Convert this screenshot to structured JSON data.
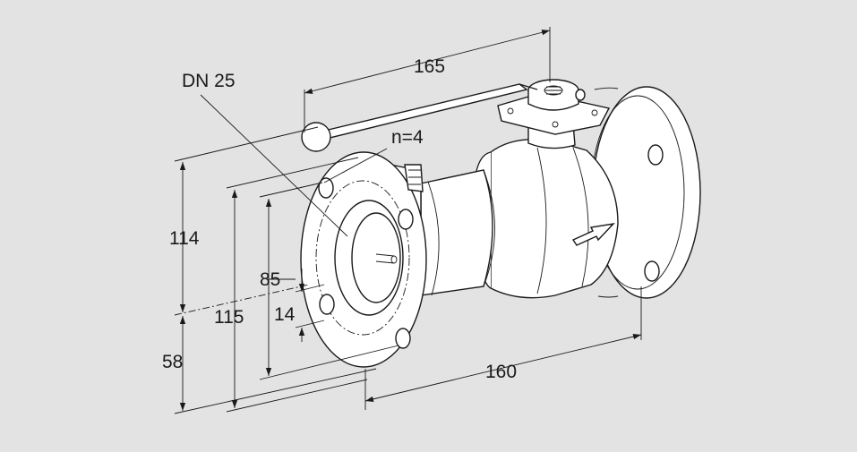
{
  "labels": {
    "nominal_diameter": "DN 25",
    "bolt_holes": "n=4",
    "handle_length": "165",
    "face_to_face": "160",
    "height_above_axis": "114",
    "height_below_axis": "58",
    "flange_diameter": "115",
    "bolt_circle": "85",
    "bolt_hole_diameter": "14"
  },
  "colors": {
    "background": "#e3e3e3",
    "line": "#1a1a1a",
    "body_fill": "#ffffff"
  }
}
